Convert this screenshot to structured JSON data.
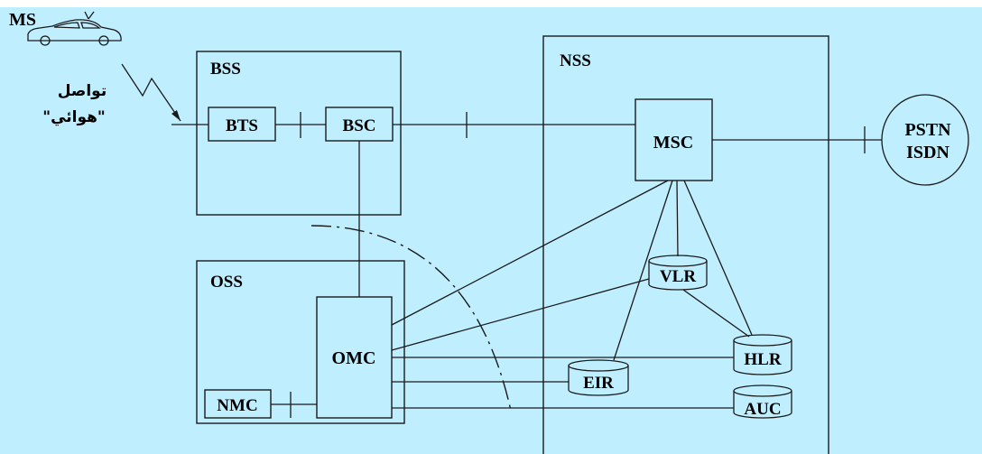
{
  "colors": {
    "background": "#bfefff",
    "lines": "#1a1a1a",
    "text": "#000000"
  },
  "mobile_station": {
    "label": "MS",
    "icon": "car-icon"
  },
  "air_link": {
    "line1": "تواصل",
    "line2": "\"هوائي\"",
    "icon": "radio-link-icon"
  },
  "bss": {
    "title": "BSS",
    "bts": "BTS",
    "bsc": "BSC"
  },
  "oss": {
    "title": "OSS",
    "omc": "OMC",
    "nmc": "NMC"
  },
  "nss": {
    "title": "NSS",
    "msc": "MSC",
    "vlr": "VLR",
    "hlr": "HLR",
    "eir": "EIR",
    "auc": "AUC"
  },
  "external": {
    "line1": "PSTN",
    "line2": "ISDN"
  }
}
